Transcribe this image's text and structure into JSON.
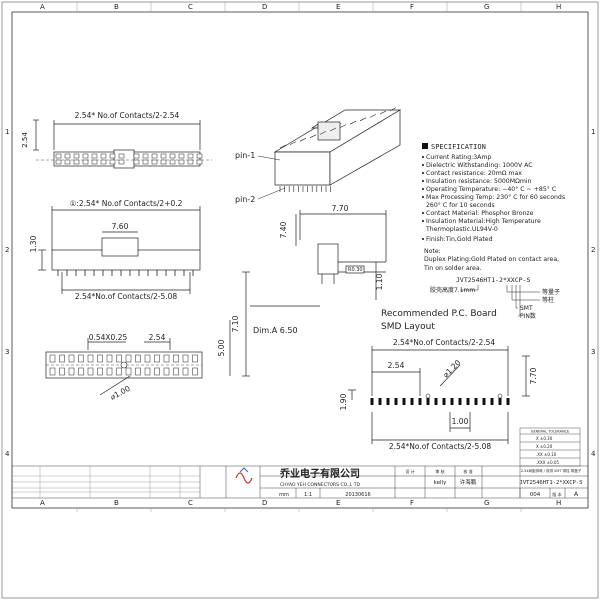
{
  "frame": {
    "col_labels": [
      "A",
      "B",
      "C",
      "D",
      "E",
      "F",
      "G",
      "H"
    ],
    "row_labels": [
      "1",
      "2",
      "3",
      "4"
    ]
  },
  "top_view": {
    "side_dim": "2.54",
    "length_dim": "2.54* No.of Contacts/2-2.54"
  },
  "iso_view": {
    "pin1": "pin-1",
    "pin2": "pin-2"
  },
  "specification": {
    "heading": "SPECIFICATION",
    "lines": [
      "Current Rating:3Amp",
      "Dielectric Withstanding: 1000V AC",
      "Contact resistance: 20mΩ max",
      "Insulation resistance: 5000MΩmin",
      "Operating Temperature: −40° C ~ +85° C",
      "Max Processing Temp: 230° C for 60 seconds",
      "                      260° C for 10 seconds",
      "Contact Material: Phosphor Bronze",
      "Insulation Material:High Temperature",
      "                 Thermoplastic.UL94V-0",
      "Finish:Tin,Gold Plated"
    ],
    "note_title": "Note:",
    "note_lines": [
      "Duplex Plating:Gold Plated on contact area,",
      "             Tin on solder area."
    ]
  },
  "part_code": {
    "code": "JVT2546HT1-2*XXCP-S",
    "label_height": "胶壳高度7.1mm",
    "label_pin_count": "等量子",
    "label_rows": "等柱",
    "label_smt": "SMT",
    "label_pin": "PIN数"
  },
  "front_view": {
    "width_dim": "①:2.54* No.of Contacts/2+0.2",
    "slot_width": "7.60",
    "height": "1.30",
    "bottom_dim": "2.54*No.of Contacts/2-5.08"
  },
  "side_view": {
    "depth": "7.70",
    "height": "7.40",
    "pcb_dim": "1.10",
    "tag": "R0.30",
    "total_h": "7.10",
    "dim_a": "Dim.A  6.50",
    "lower_h": "5.00"
  },
  "bottom_view": {
    "pitch_dim": "0.54X0.25",
    "pitch": "2.54",
    "hole": "⌀1.00"
  },
  "pcb_layout": {
    "title_line1": "Recommended P.C. Board",
    "title_line2": "SMD Layout",
    "top_dim": "2.54*No.of Contacts/2-2.54",
    "pitch": "2.54",
    "hole": "⌀1.20",
    "height": "7.70",
    "left_dim": "1.90",
    "pad_dim": "1.00",
    "bottom_dim": "2.54*No.of Contacts/2-5.08"
  },
  "tolerance": {
    "title": "GENERAL TOLERANCE",
    "rows": [
      "X  ±0.30",
      "X  ±0.20",
      ".XX  ±0.10",
      ".XXX  ±0.05"
    ]
  },
  "title_block": {
    "company_cn": "乔业电子有限公司",
    "company_en": "CHYAO YEH CONNECTORS CO.,L TD",
    "design_label": "设 计",
    "check_label": "审 核",
    "approve_label": "核 准",
    "drawer": "kelly",
    "approver": "许海鹏",
    "description": "2.54间距排母 / 双排 SMT 带柱 带盖子",
    "part_number": "JVT2546HT1-2*XXCP-S",
    "unit": "mm",
    "scale": "1:1",
    "date": "20130616",
    "sheet": "004",
    "rev": "A",
    "rev_label": "版 本",
    "small_labels": [
      "图 号",
      "单 位",
      "比 例",
      "日 期",
      "页 次"
    ]
  }
}
